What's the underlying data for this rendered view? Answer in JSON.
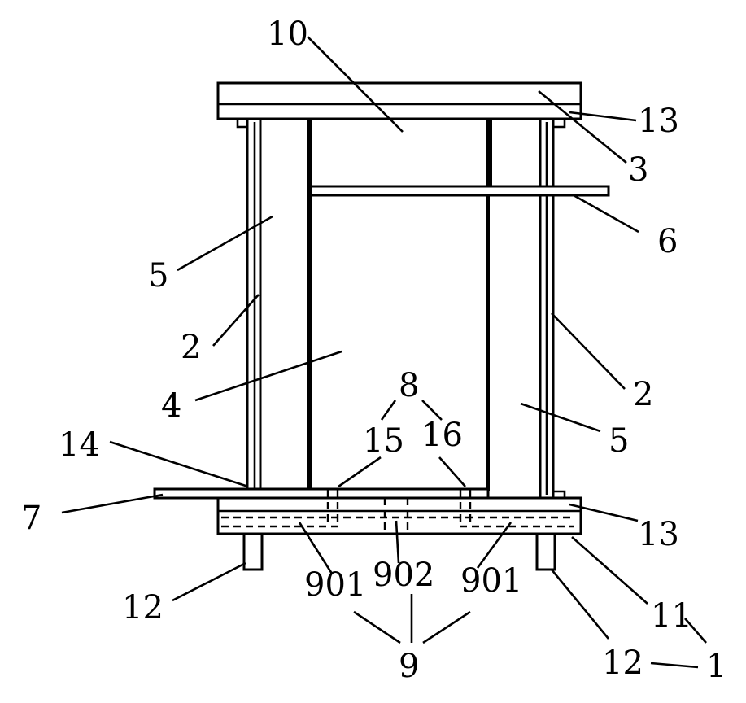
{
  "labels": {
    "l10": "10",
    "l13a": "13",
    "l3": "3",
    "l6": "6",
    "l5a": "5",
    "l2a": "2",
    "l4": "4",
    "l8": "8",
    "l2b": "2",
    "l16": "16",
    "l15": "15",
    "l5b": "5",
    "l14": "14",
    "l7": "7",
    "l13b": "13",
    "l12a": "12",
    "l901a": "901",
    "l902": "902",
    "l901b": "901",
    "l11": "11",
    "l9": "9",
    "l12b": "12",
    "l1": "1"
  }
}
